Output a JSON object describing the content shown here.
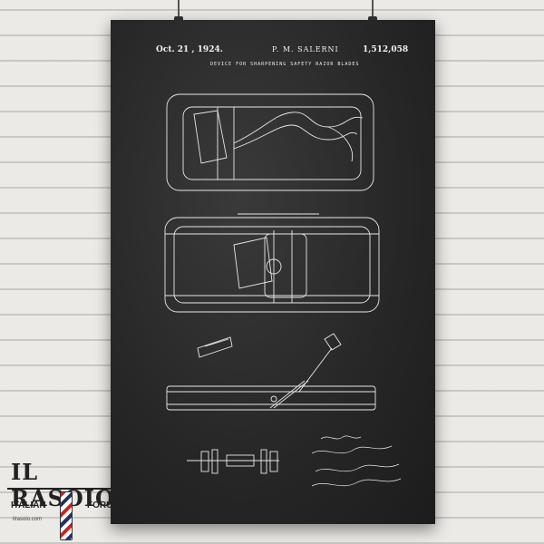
{
  "poster": {
    "date": "Oct. 21 , 1924.",
    "inventor": "P. M. SALERNI",
    "patent_number": "1,512,058",
    "subtitle": "DEVICE FOR SHARPENING SAFETY RAZOR BLADES"
  },
  "logo": {
    "title": "IL RASOIO",
    "left_word": "ITALIAN",
    "right_word": "FORUM",
    "site": "ilrasoio.com"
  },
  "colors": {
    "chalkboard": "#262626",
    "chalk": "#f2f2f2",
    "wall": "#eceae6"
  }
}
